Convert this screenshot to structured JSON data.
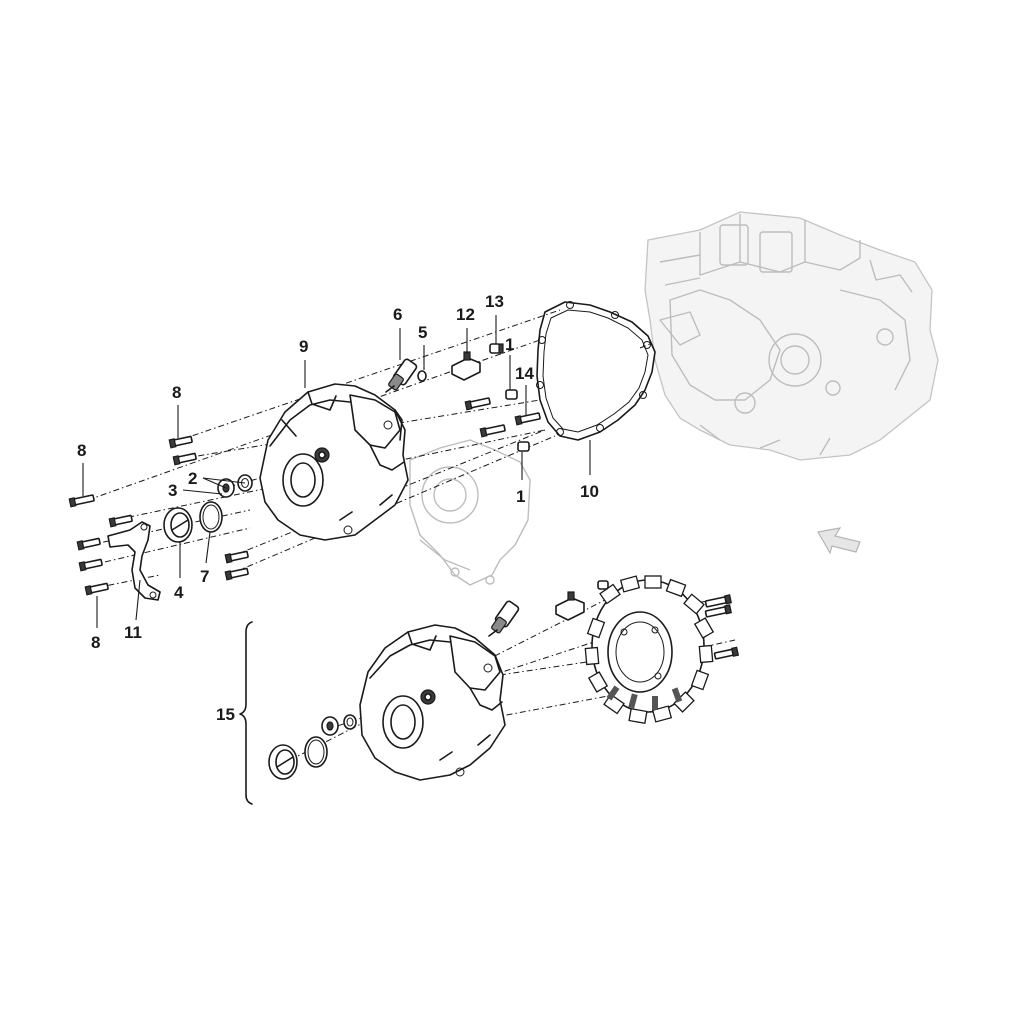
{
  "callouts": [
    {
      "id": "c1a",
      "label": "1"
    },
    {
      "id": "c1b",
      "label": "1"
    },
    {
      "id": "c2",
      "label": "2"
    },
    {
      "id": "c3",
      "label": "3"
    },
    {
      "id": "c4",
      "label": "4"
    },
    {
      "id": "c5",
      "label": "5"
    },
    {
      "id": "c6",
      "label": "6"
    },
    {
      "id": "c7",
      "label": "7"
    },
    {
      "id": "c8a",
      "label": "8"
    },
    {
      "id": "c8b",
      "label": "8"
    },
    {
      "id": "c8c",
      "label": "8"
    },
    {
      "id": "c9",
      "label": "9"
    },
    {
      "id": "c10",
      "label": "10"
    },
    {
      "id": "c11",
      "label": "11"
    },
    {
      "id": "c12",
      "label": "12"
    },
    {
      "id": "c13",
      "label": "13"
    },
    {
      "id": "c14",
      "label": "14"
    },
    {
      "id": "c15",
      "label": "15"
    }
  ],
  "icons": {
    "view_direction": "arrow-icon",
    "assembly_group": "bracket-icon"
  },
  "colors": {
    "line": "#1a1a1a",
    "ghost_engine": "#bdbdbd",
    "background": "#ffffff"
  }
}
